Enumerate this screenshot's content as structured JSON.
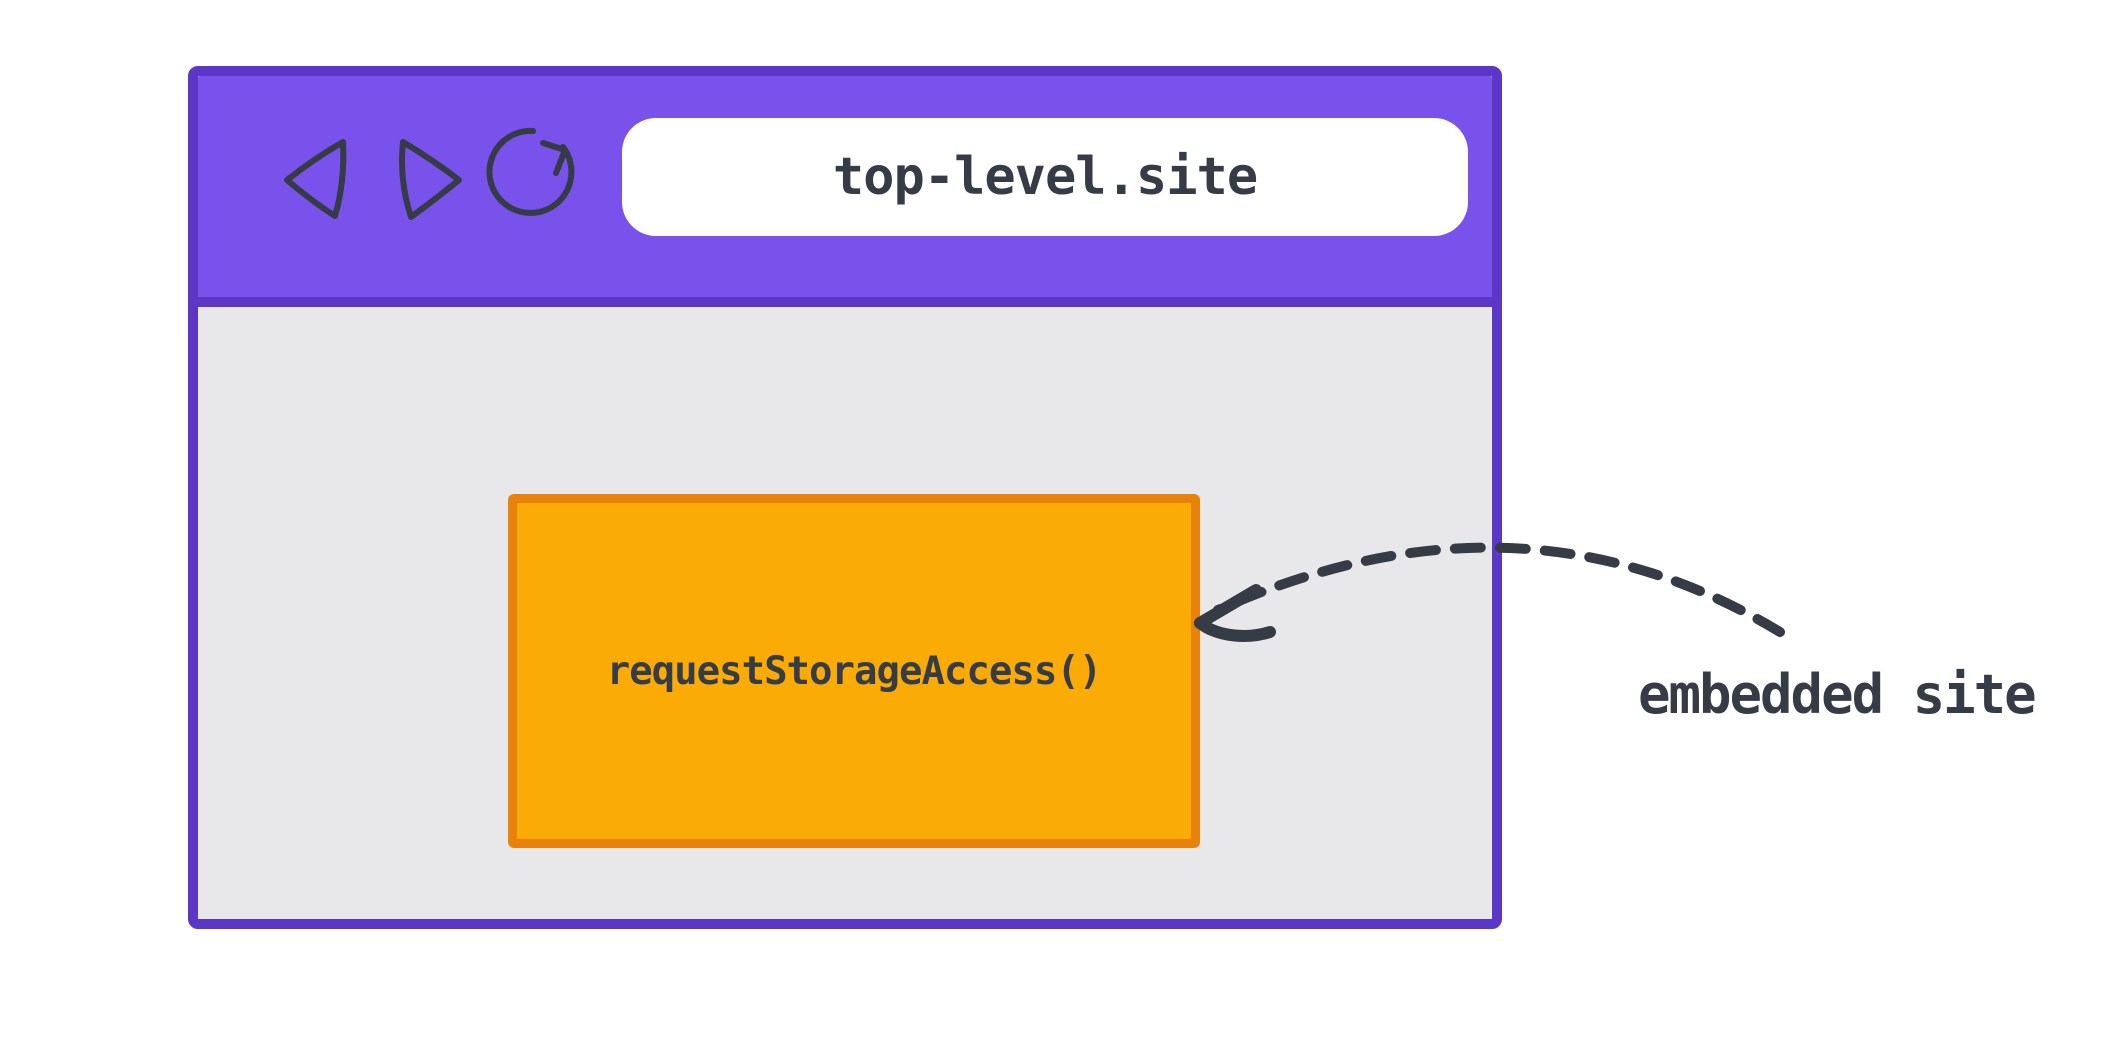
{
  "diagram": {
    "title": "requestStorageAccess diagram",
    "browser_window": {
      "nav_icons": [
        {
          "name": "back-icon"
        },
        {
          "name": "forward-icon"
        },
        {
          "name": "reload-icon"
        }
      ],
      "address_bar": {
        "url": "top-level.site"
      }
    },
    "embedded_frame": {
      "label": "requestStorageAccess()"
    },
    "annotation": {
      "label": "embedded site",
      "arrow": "dashed curved arrow pointing from label to embedded frame"
    },
    "colors": {
      "window_border": "#5C36C7",
      "header_fill": "#7951EB",
      "content_fill": "#E8E8EA",
      "frame_fill": "#FBAB05",
      "frame_border": "#E8820A",
      "ink": "#363C46",
      "address_bar_fill": "#FFFFFF",
      "page_background": "#FFFFFF"
    }
  }
}
